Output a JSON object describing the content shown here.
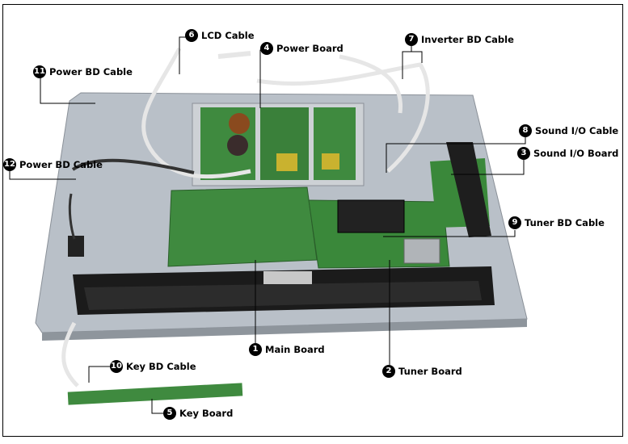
{
  "callouts": [
    {
      "num": "1",
      "label": "Main Board"
    },
    {
      "num": "2",
      "label": "Tuner Board"
    },
    {
      "num": "3",
      "label": "Sound I/O Board"
    },
    {
      "num": "4",
      "label": "Power Board"
    },
    {
      "num": "5",
      "label": "Key Board"
    },
    {
      "num": "6",
      "label": "LCD Cable"
    },
    {
      "num": "7",
      "label": "Inverter BD Cable"
    },
    {
      "num": "8",
      "label": "Sound I/O Cable"
    },
    {
      "num": "9",
      "label": "Tuner BD Cable"
    },
    {
      "num": "10",
      "label": "Key BD Cable"
    },
    {
      "num": "11",
      "label": "Power BD Cable"
    },
    {
      "num": "12",
      "label": "Power BD Cable"
    }
  ],
  "colors": {
    "chassis": "#b9c0c8",
    "pcb": "#3f8a3f",
    "frame_border": "#000000",
    "cable": "#e6e6e6"
  }
}
